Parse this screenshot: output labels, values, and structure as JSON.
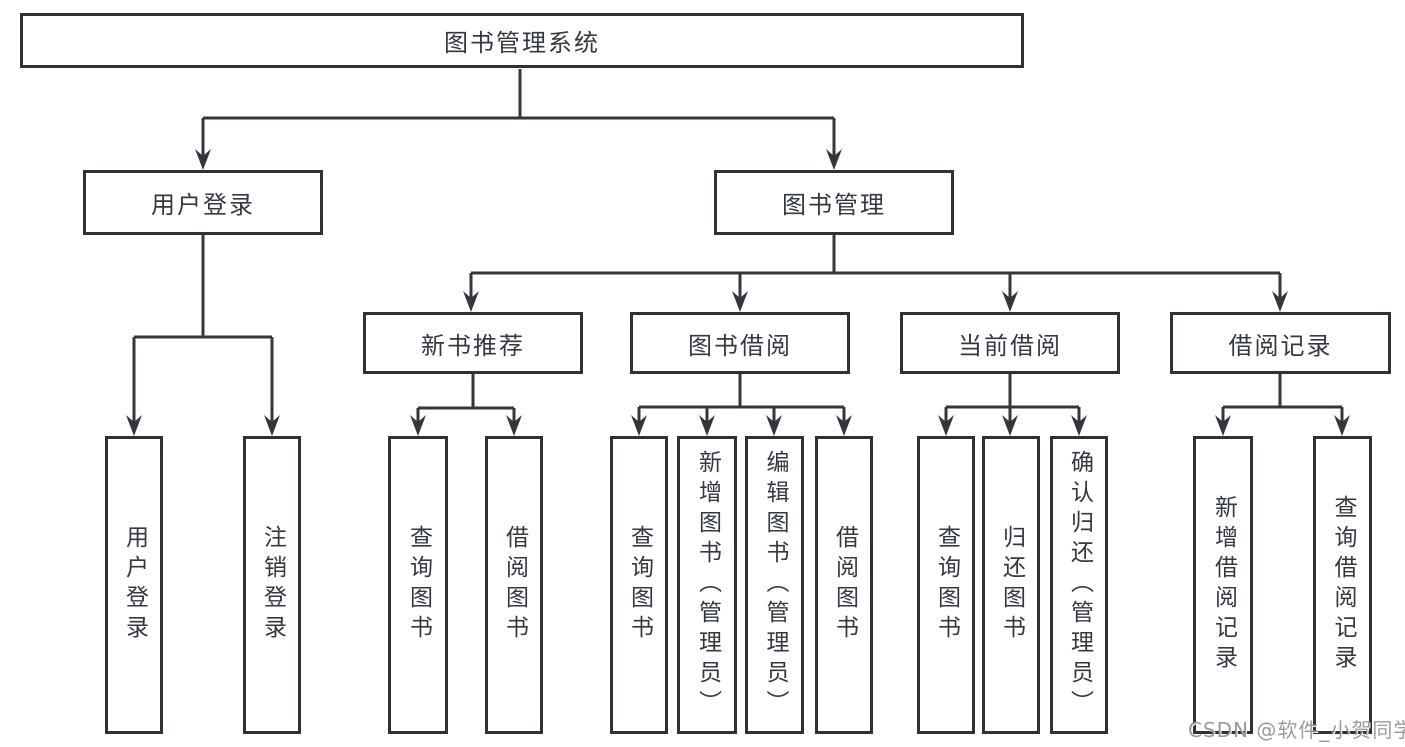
{
  "watermark": "CSDN @软件_小贺同学",
  "colors": {
    "line": "#33373d",
    "box_border": "#2e3236",
    "text": "#333842",
    "background": "#ffffff",
    "watermark": "#8a8a8a"
  },
  "nodes": {
    "root": "图书管理系统",
    "level2": [
      "用户登录",
      "图书管理"
    ],
    "level3": [
      "新书推荐",
      "图书借阅",
      "当前借阅",
      "借阅记录"
    ],
    "level4": [
      "用户登录",
      "注销登录",
      "查询图书",
      "借阅图书",
      "查询图书",
      "新增图书（管理员）",
      "编辑图书（管理员）",
      "借阅图书",
      "查询图书",
      "归还图书",
      "确认归还（管理员）",
      "新增借阅记录",
      "查询借阅记录"
    ]
  },
  "hierarchy": {
    "图书管理系统": {
      "用户登录": [
        "用户登录",
        "注销登录"
      ],
      "图书管理": {
        "新书推荐": [
          "查询图书",
          "借阅图书"
        ],
        "图书借阅": [
          "查询图书",
          "新增图书（管理员）",
          "编辑图书（管理员）",
          "借阅图书"
        ],
        "当前借阅": [
          "查询图书",
          "归还图书",
          "确认归还（管理员）"
        ],
        "借阅记录": [
          "新增借阅记录",
          "查询借阅记录"
        ]
      }
    }
  }
}
